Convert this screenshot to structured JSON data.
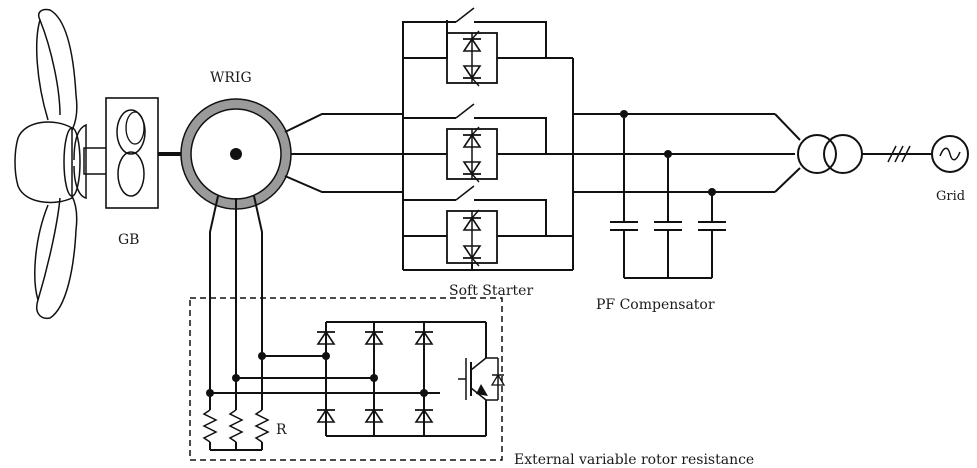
{
  "labels": {
    "generator": "WRIG",
    "gearbox": "GB",
    "soft_starter": "Soft Starter",
    "pf_compensator": "PF Compensator",
    "grid": "Grid",
    "resistor": "R",
    "rotor_resistance": "External variable rotor resistance"
  },
  "colors": {
    "line": "#111111",
    "stator_ring": "#9a9a9a",
    "background": "#ffffff"
  },
  "icons": [
    "turbine-blades-icon",
    "gearbox-icon",
    "transformer-icon",
    "ac-source-icon",
    "thyristor-icon",
    "diode-icon",
    "igbt-icon",
    "capacitor-icon",
    "resistor-icon"
  ]
}
